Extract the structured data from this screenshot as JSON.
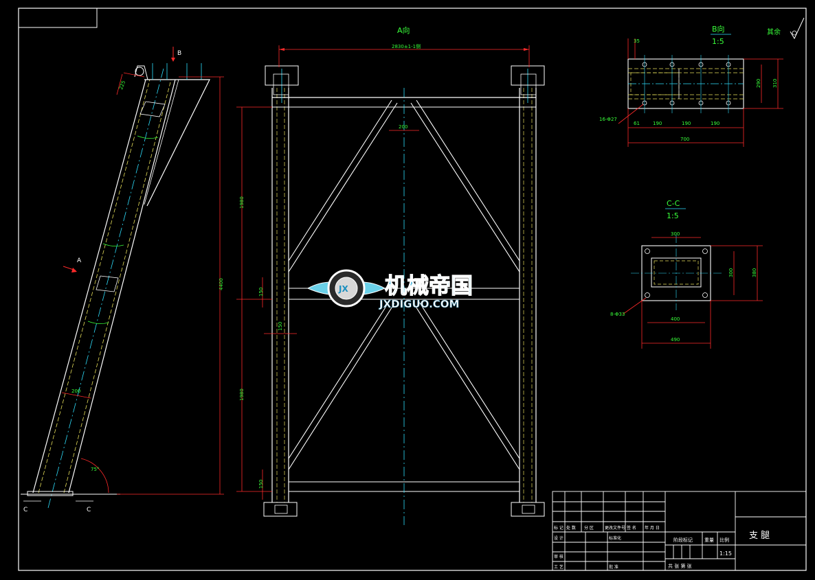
{
  "view_labels": {
    "a_view": "A向",
    "b_view": "B向",
    "b_scale": "1:5",
    "cc_section": "C-C",
    "cc_scale": "1:5",
    "roughness_note": "其余"
  },
  "side_view": {
    "arrow_b": "B",
    "arrow_a": "A",
    "section_left": "C",
    "section_right": "C",
    "dim_top_width": "225",
    "dim_column_width": "200",
    "dim_height": "4400",
    "dim_angle": "75°"
  },
  "front_view": {
    "dim_total_width": "2830±1-1侧",
    "dim_brace_gap": "200",
    "dim_upper_height": "1980",
    "dim_lower_height": "1980",
    "dim_mid_plate": "150",
    "dim_bottom_plate": "150",
    "dim_column_side": "150"
  },
  "b_view": {
    "dim_edge": "35",
    "dim_inner_height": "290",
    "dim_outer_height": "310",
    "hole_callout": "16-Φ27",
    "dim_first_pitch": "61",
    "dim_pitch_1": "190",
    "dim_pitch_2": "190",
    "dim_pitch_3": "190",
    "dim_total_length": "700"
  },
  "cc_view": {
    "dim_top": "300",
    "dim_inner_height": "300",
    "dim_outer_height": "380",
    "hole_callout": "8-Φ33",
    "dim_bottom_inner": "400",
    "dim_bottom_outer": "490"
  },
  "watermark": {
    "cn": "机械帝国",
    "en": "JXDIGUO.COM",
    "badge": "JX"
  },
  "title_block": {
    "row_headers": [
      "标 记",
      "处 数",
      "分 区",
      "更改文件号",
      "签 名",
      "年 月 日"
    ],
    "design": "设 计",
    "standardize": "标准化",
    "check": "审 核",
    "process": "工 艺",
    "approve": "批 准",
    "stage_mark": "阶段标记",
    "weight": "重量",
    "scale_label": "比例",
    "scale_value": "1:15",
    "sheets": "共 张 第 张",
    "part_name": "支 腿"
  }
}
